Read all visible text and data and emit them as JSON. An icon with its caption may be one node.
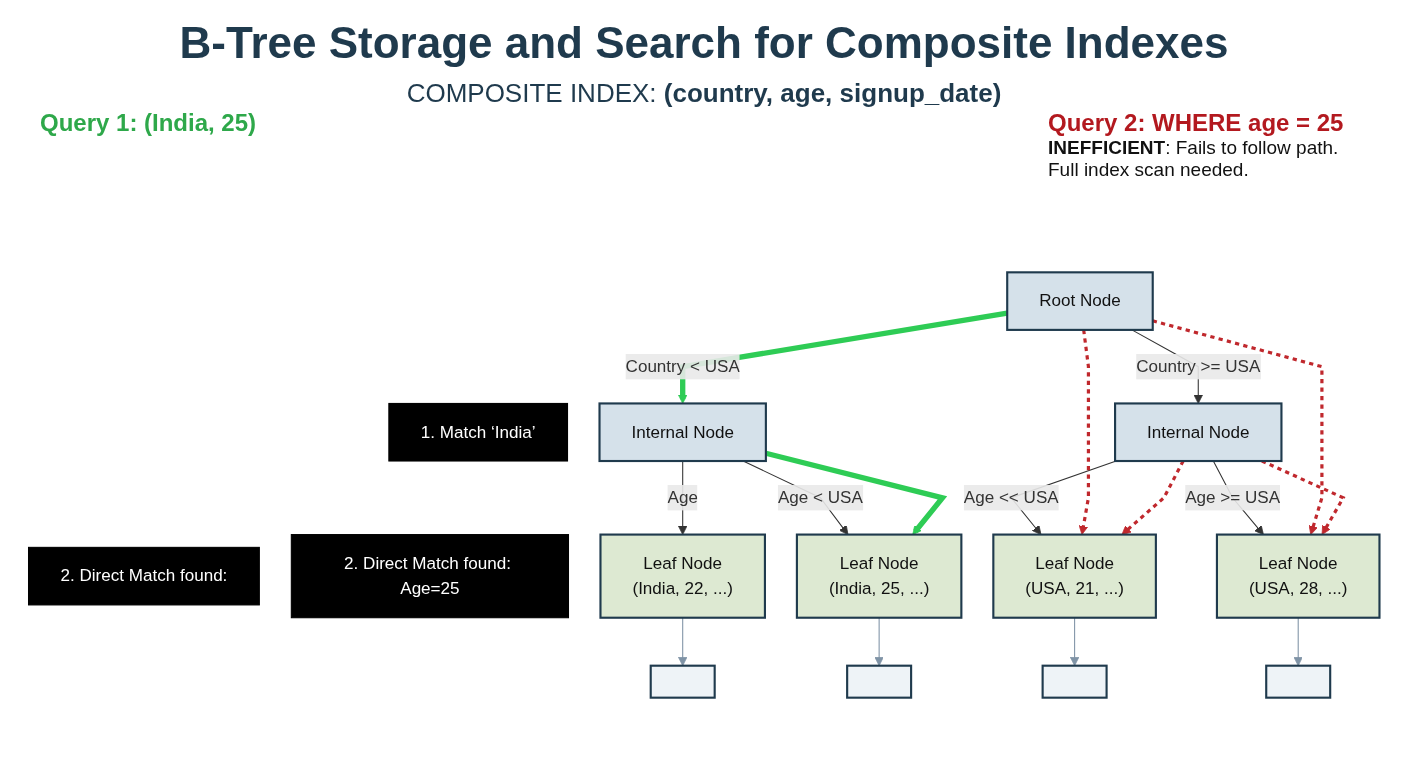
{
  "diagram": {
    "title": "B-Tree Storage and Search for Composite Indexes",
    "nodes": [
      {
        "text": [
          "Root Node"
        ]
      },
      {
        "text": [
          "Internal Node"
        ]
      },
      {
        "text": [
          "Internal Node"
        ]
      },
      {
        "text": [
          "Leaf Node",
          "(India, 22, ...)"
        ]
      },
      {
        "text": [
          "Leaf Node",
          "(India, 25, ...)"
        ]
      },
      {
        "text": [
          "Leaf Node",
          "(USA, 21, ...)"
        ]
      },
      {
        "text": [
          "Leaf Node",
          "(USA, 28, ...)"
        ]
      },
      {
        "text": [],
        "shape": "box"
      },
      {
        "text": [],
        "shape": "box"
      },
      {
        "text": [],
        "shape": "box"
      },
      {
        "text": [],
        "shape": "box"
      },
      {
        "text": [
          "1. Match ‘India’"
        ]
      },
      {
        "text": [
          "2. Direct Match found:"
        ]
      },
      {
        "text": [
          "2. Direct Match found: Age=25"
        ]
      }
    ],
    "edges": [
      {
        "from": 0,
        "to": 1,
        "arrow": "to",
        "label": "Country < USA",
        "style": "thick",
        "color": "#2ecc55"
      },
      {
        "from": 0,
        "to": 2,
        "arrow": "to",
        "label": "Country >= USA"
      },
      {
        "from": 1,
        "to": 3,
        "arrow": "to",
        "label": "Age"
      },
      {
        "from": 1,
        "to": 4,
        "arrow": "to",
        "label": "Age < USA"
      },
      {
        "from": 1,
        "to": 4,
        "arrow": "to",
        "style": "thick",
        "color": "#2ecc55"
      },
      {
        "from": 2,
        "to": 5,
        "arrow": "to",
        "label": "Age << USA"
      },
      {
        "from": 2,
        "to": 6,
        "arrow": "to",
        "label": "Age >= USA"
      },
      {
        "from": 0,
        "to": 5,
        "arrow": "to",
        "style": "dashed",
        "color": "#c0282d"
      },
      {
        "from": 0,
        "to": 6,
        "arrow": "to",
        "style": "dashed",
        "color": "#c0282d"
      },
      {
        "from": 2,
        "to": 5,
        "arrow": "to",
        "style": "dashed",
        "color": "#c0282d"
      },
      {
        "from": 2,
        "to": 6,
        "arrow": "to",
        "style": "dashed",
        "color": "#c0282d"
      },
      {
        "from": 3,
        "to": 7,
        "arrow": "to",
        "color": "#7f93a6"
      },
      {
        "from": 4,
        "to": 8,
        "arrow": "to",
        "color": "#7f93a6"
      },
      {
        "from": 5,
        "to": 9,
        "arrow": "to",
        "color": "#7f93a6"
      },
      {
        "from": 6,
        "to": 10,
        "arrow": "to",
        "color": "#7f93a6"
      }
    ],
    "labels": [
      "COMPOSITE INDEX: **(country, age, signup_date)**",
      "Query 1: (India, 25)",
      "Query 2: WHERE age = 25",
      "**INEFFICIENT**: Fails to follow path. Full index scan needed."
    ]
  }
}
